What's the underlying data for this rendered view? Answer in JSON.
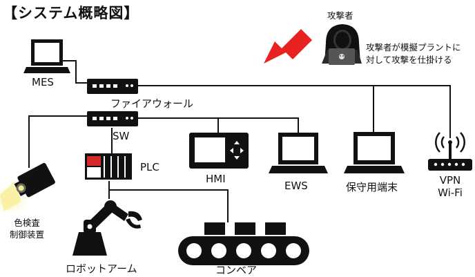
{
  "title": "【システム概略図】",
  "attacker": {
    "label": "攻撃者",
    "note_line1": "攻撃者が模擬プラントに",
    "note_line2": "対して攻撃を仕掛ける"
  },
  "nodes": {
    "mes": "MES",
    "firewall": "ファイアウォール",
    "sw": "SW",
    "plc": "PLC",
    "hmi": "HMI",
    "ews": "EWS",
    "maintenance": "保守用端末",
    "vpn_line1": "VPN",
    "vpn_line2": "Wi-Fi",
    "inspection_line1": "色検査",
    "inspection_line2": "制御装置",
    "robot": "ロボットアーム",
    "conveyor": "コンベア"
  },
  "colors": {
    "arrow": "#e8221f",
    "line": "#111111",
    "plc_accent": "#d42a2a",
    "lamp": "#f5e88a"
  },
  "icons": [
    "laptop-icon",
    "switch-icon",
    "plc-icon",
    "hmi-icon",
    "wifi-router-icon",
    "camera-icon",
    "robot-arm-icon",
    "conveyor-icon",
    "hacker-icon",
    "arrow-icon"
  ]
}
